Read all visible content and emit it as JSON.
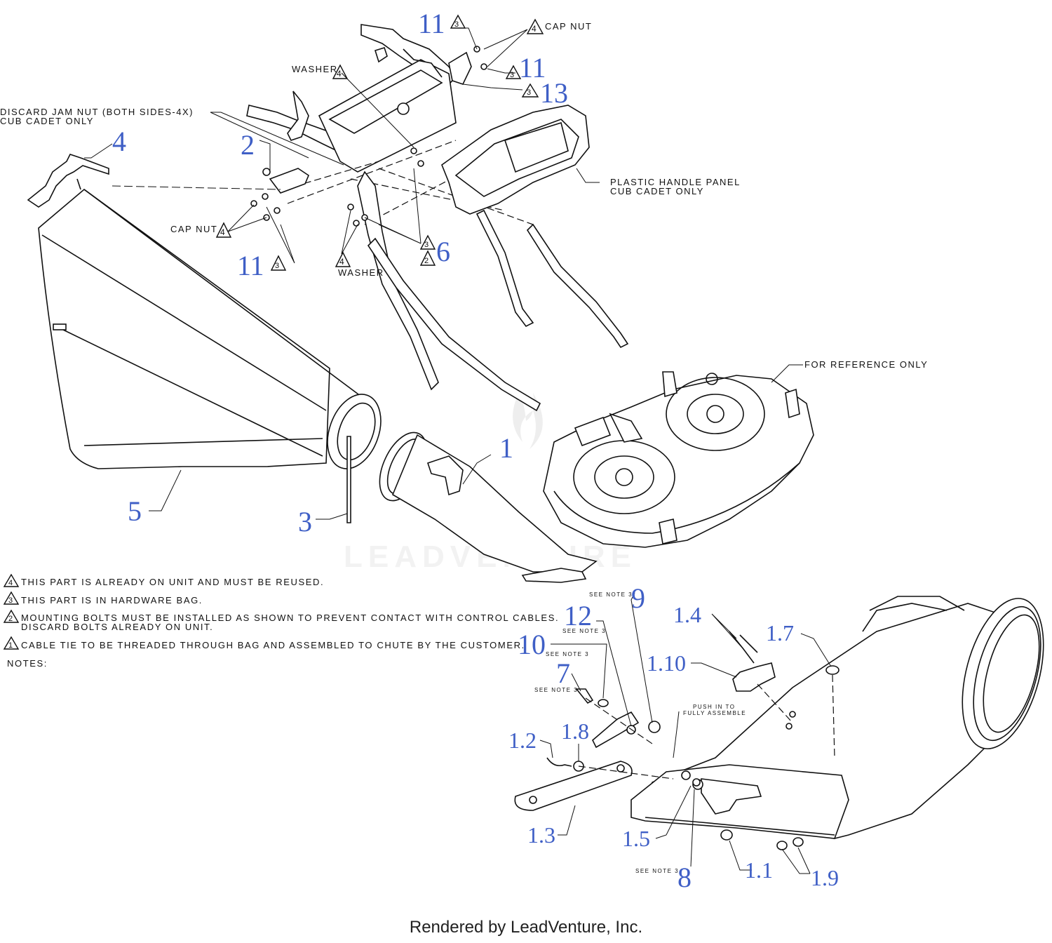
{
  "callouts": {
    "c11a": "11",
    "c11b": "11",
    "c11c": "11",
    "c13": "13",
    "c4": "4",
    "c2": "2",
    "c6": "6",
    "c1": "1",
    "c5": "5",
    "c3": "3",
    "c9": "9",
    "c12": "12",
    "c10": "10",
    "c7": "7",
    "c1_4": "1.4",
    "c1_7": "1.7",
    "c1_10": "1.10",
    "c1_2": "1.2",
    "c1_8": "1.8",
    "c1_3": "1.3",
    "c1_5": "1.5",
    "c8": "8",
    "c1_1": "1.1",
    "c1_9": "1.9"
  },
  "labels": {
    "cap_nut_top": "CAP NUT",
    "washer_top": "WASHER",
    "discard_jam_1": "DISCARD JAM  NUT (BOTH SIDES-4X)",
    "discard_jam_2": "CUB CADET ONLY",
    "plastic_panel_1": "PLASTIC HANDLE PANEL",
    "plastic_panel_2": "CUB CADET ONLY",
    "cap_nut_left": "CAP NUT",
    "washer_mid": "WASHER",
    "for_reference": "FOR REFERENCE ONLY",
    "see_note_9": "SEE NOTE 3",
    "see_note_12": "SEE NOTE 3",
    "see_note_10": "SEE NOTE 3",
    "see_note_7": "SEE NOTE 3",
    "see_note_8": "SEE NOTE 3",
    "push_in_1": "PUSH IN TO",
    "push_in_2": "FULLY ASSEMBLE"
  },
  "triangles": {
    "t3_top": "3",
    "t4_cap_top": "4",
    "t3_11b": "3",
    "t3_13": "3",
    "t4_washer_top": "4",
    "t4_cap_left": "4",
    "t3_11c": "3",
    "t4_washer_mid": "4",
    "t3_6": "3",
    "t2_6": "2"
  },
  "notes": {
    "title": "NOTES:",
    "items": [
      {
        "num": "4",
        "text": "THIS PART IS ALREADY ON UNIT AND MUST BE REUSED."
      },
      {
        "num": "3",
        "text": "THIS PART IS IN HARDWARE BAG."
      },
      {
        "num": "2",
        "text": "MOUNTING BOLTS MUST BE INSTALLED AS SHOWN TO PREVENT CONTACT WITH CONTROL CABLES.",
        "text2": "DISCARD BOLTS ALREADY ON UNIT."
      },
      {
        "num": "1",
        "text": "CABLE TIE TO BE THREADED THROUGH BAG AND ASSEMBLED TO CHUTE BY THE CUSTOMER."
      }
    ]
  },
  "watermark": "LEADVENTURE",
  "footer": "Rendered by LeadVenture, Inc."
}
